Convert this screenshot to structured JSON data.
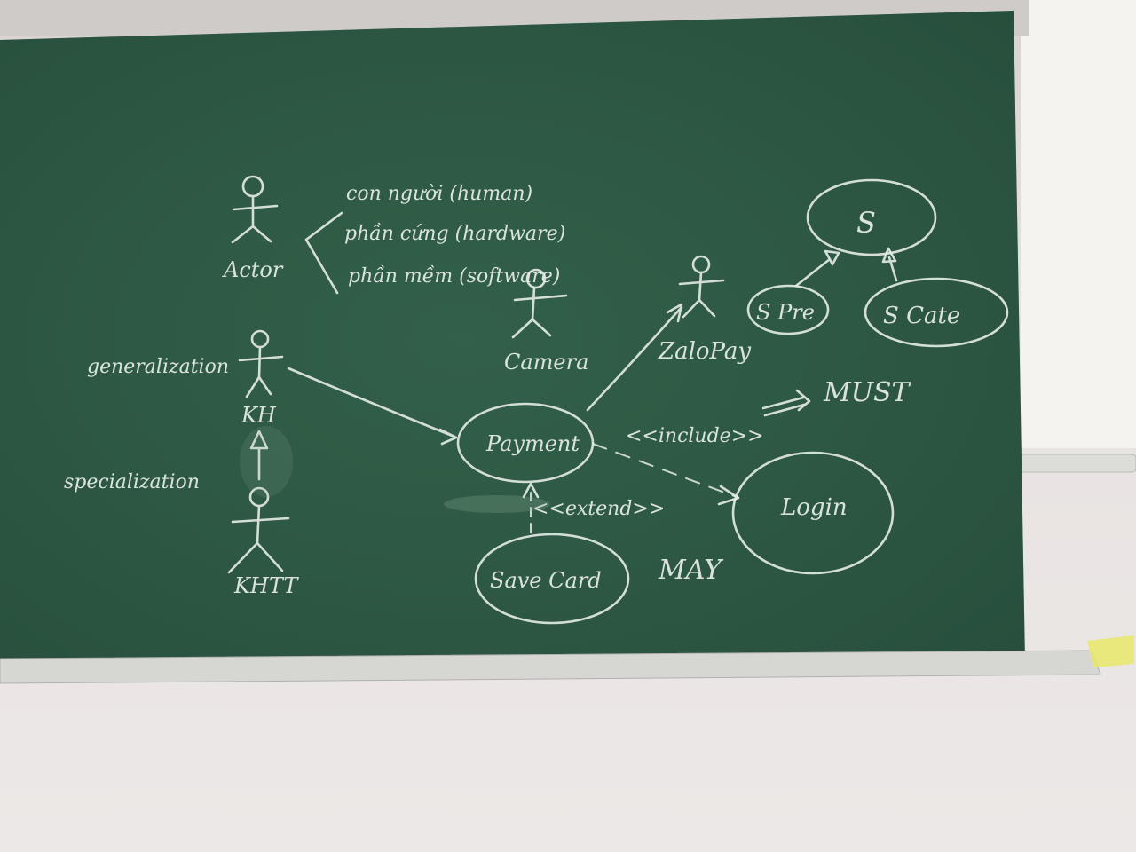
{
  "board": {
    "colors": {
      "board": "#2e5a45",
      "chalk": "#e6ede6",
      "wall": "#e8e3e1",
      "frame": "#c9c9c6"
    }
  },
  "actor_legend": {
    "actor_label": "Actor",
    "types": [
      {
        "text": "con người (human)"
      },
      {
        "text": "phần cứng (hardware)"
      },
      {
        "text": "phần mềm (software)"
      }
    ]
  },
  "actors": {
    "camera": "Camera",
    "zalopay": "ZaloPay",
    "kh": "KH",
    "khtt": "KHTT"
  },
  "labels": {
    "generalization": "generalization",
    "specialization": "specialization",
    "include": "<<include>>",
    "extend": "<<extend>>",
    "must": "MUST",
    "may": "MAY"
  },
  "use_cases": {
    "payment": "Payment",
    "login": "Login",
    "save_card": "Save Card",
    "s": "S",
    "s_pre": "S Pre",
    "s_cate": "S Cate"
  }
}
